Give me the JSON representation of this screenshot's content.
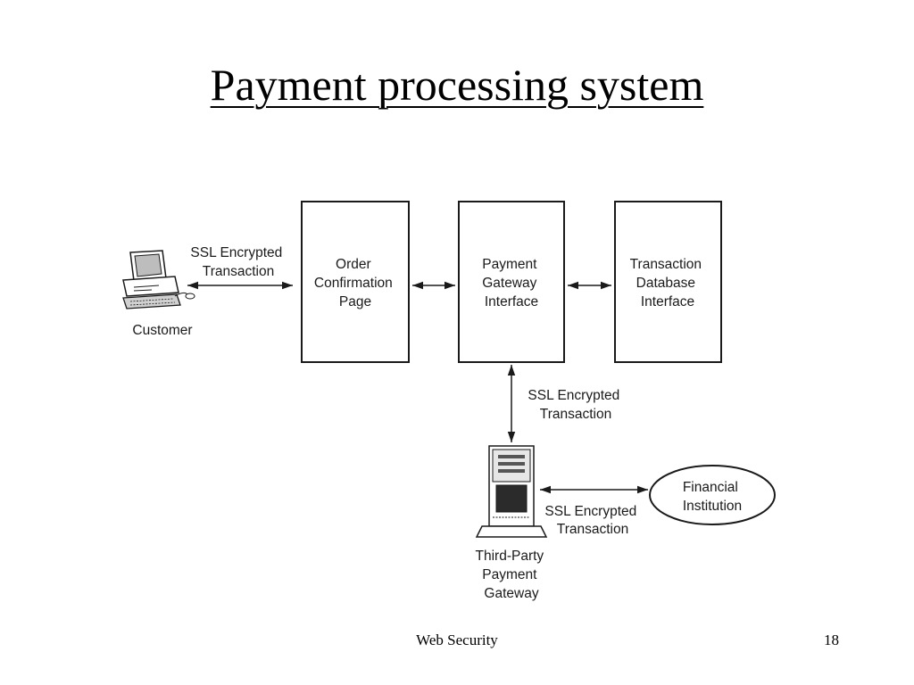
{
  "slide": {
    "title": "Payment processing system",
    "footer": "Web Security",
    "page_number": "18"
  },
  "diagram": {
    "customer": {
      "label": "Customer",
      "icon": "desktop-computer-icon"
    },
    "ssl_customer": {
      "lines": [
        "SSL Encrypted",
        "Transaction"
      ]
    },
    "order_page": {
      "lines": [
        "Order",
        "Confirmation",
        "Page"
      ]
    },
    "payment_gateway_interface": {
      "lines": [
        "Payment",
        "Gateway",
        "Interface"
      ]
    },
    "transaction_db": {
      "lines": [
        "Transaction",
        "Database",
        "Interface"
      ]
    },
    "ssl_gateway": {
      "lines": [
        "SSL Encrypted",
        "Transaction"
      ]
    },
    "third_party": {
      "lines": [
        "Third-Party",
        "Payment",
        "Gateway"
      ],
      "icon": "server-tower-icon"
    },
    "ssl_financial": {
      "lines": [
        "SSL Encrypted",
        "Transaction"
      ]
    },
    "financial_institution": {
      "lines": [
        "Financial",
        "Institution"
      ]
    }
  }
}
